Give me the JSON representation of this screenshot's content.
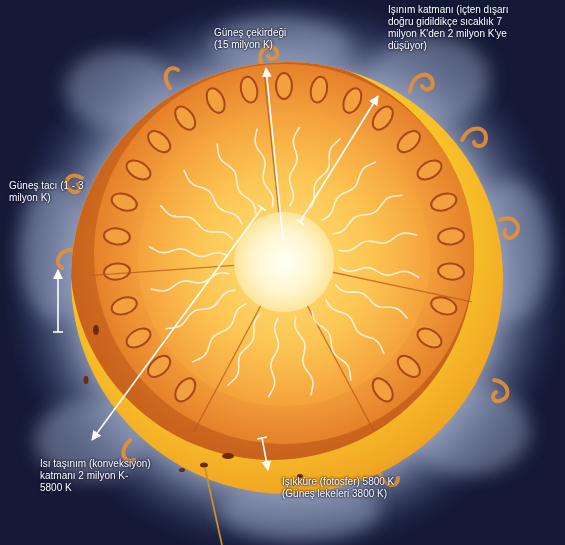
{
  "diagram": {
    "labels": [
      "Güneş çekirdeği (15 milyon K)",
      "Işınım katmanı (içten dışarı doğru gidildikçe sıcaklık 7 milyon K'den 2 milyon K'ye düşüyor)",
      "Güneş tacı (1 - 3 milyon K)",
      "Isı taşınım (konveksiyon) katmanı 2 milyon K- 5800 K",
      "Işıkküre (fotosfer) 5800 K (Güneş lekeleri 3800 K)"
    ]
  }
}
